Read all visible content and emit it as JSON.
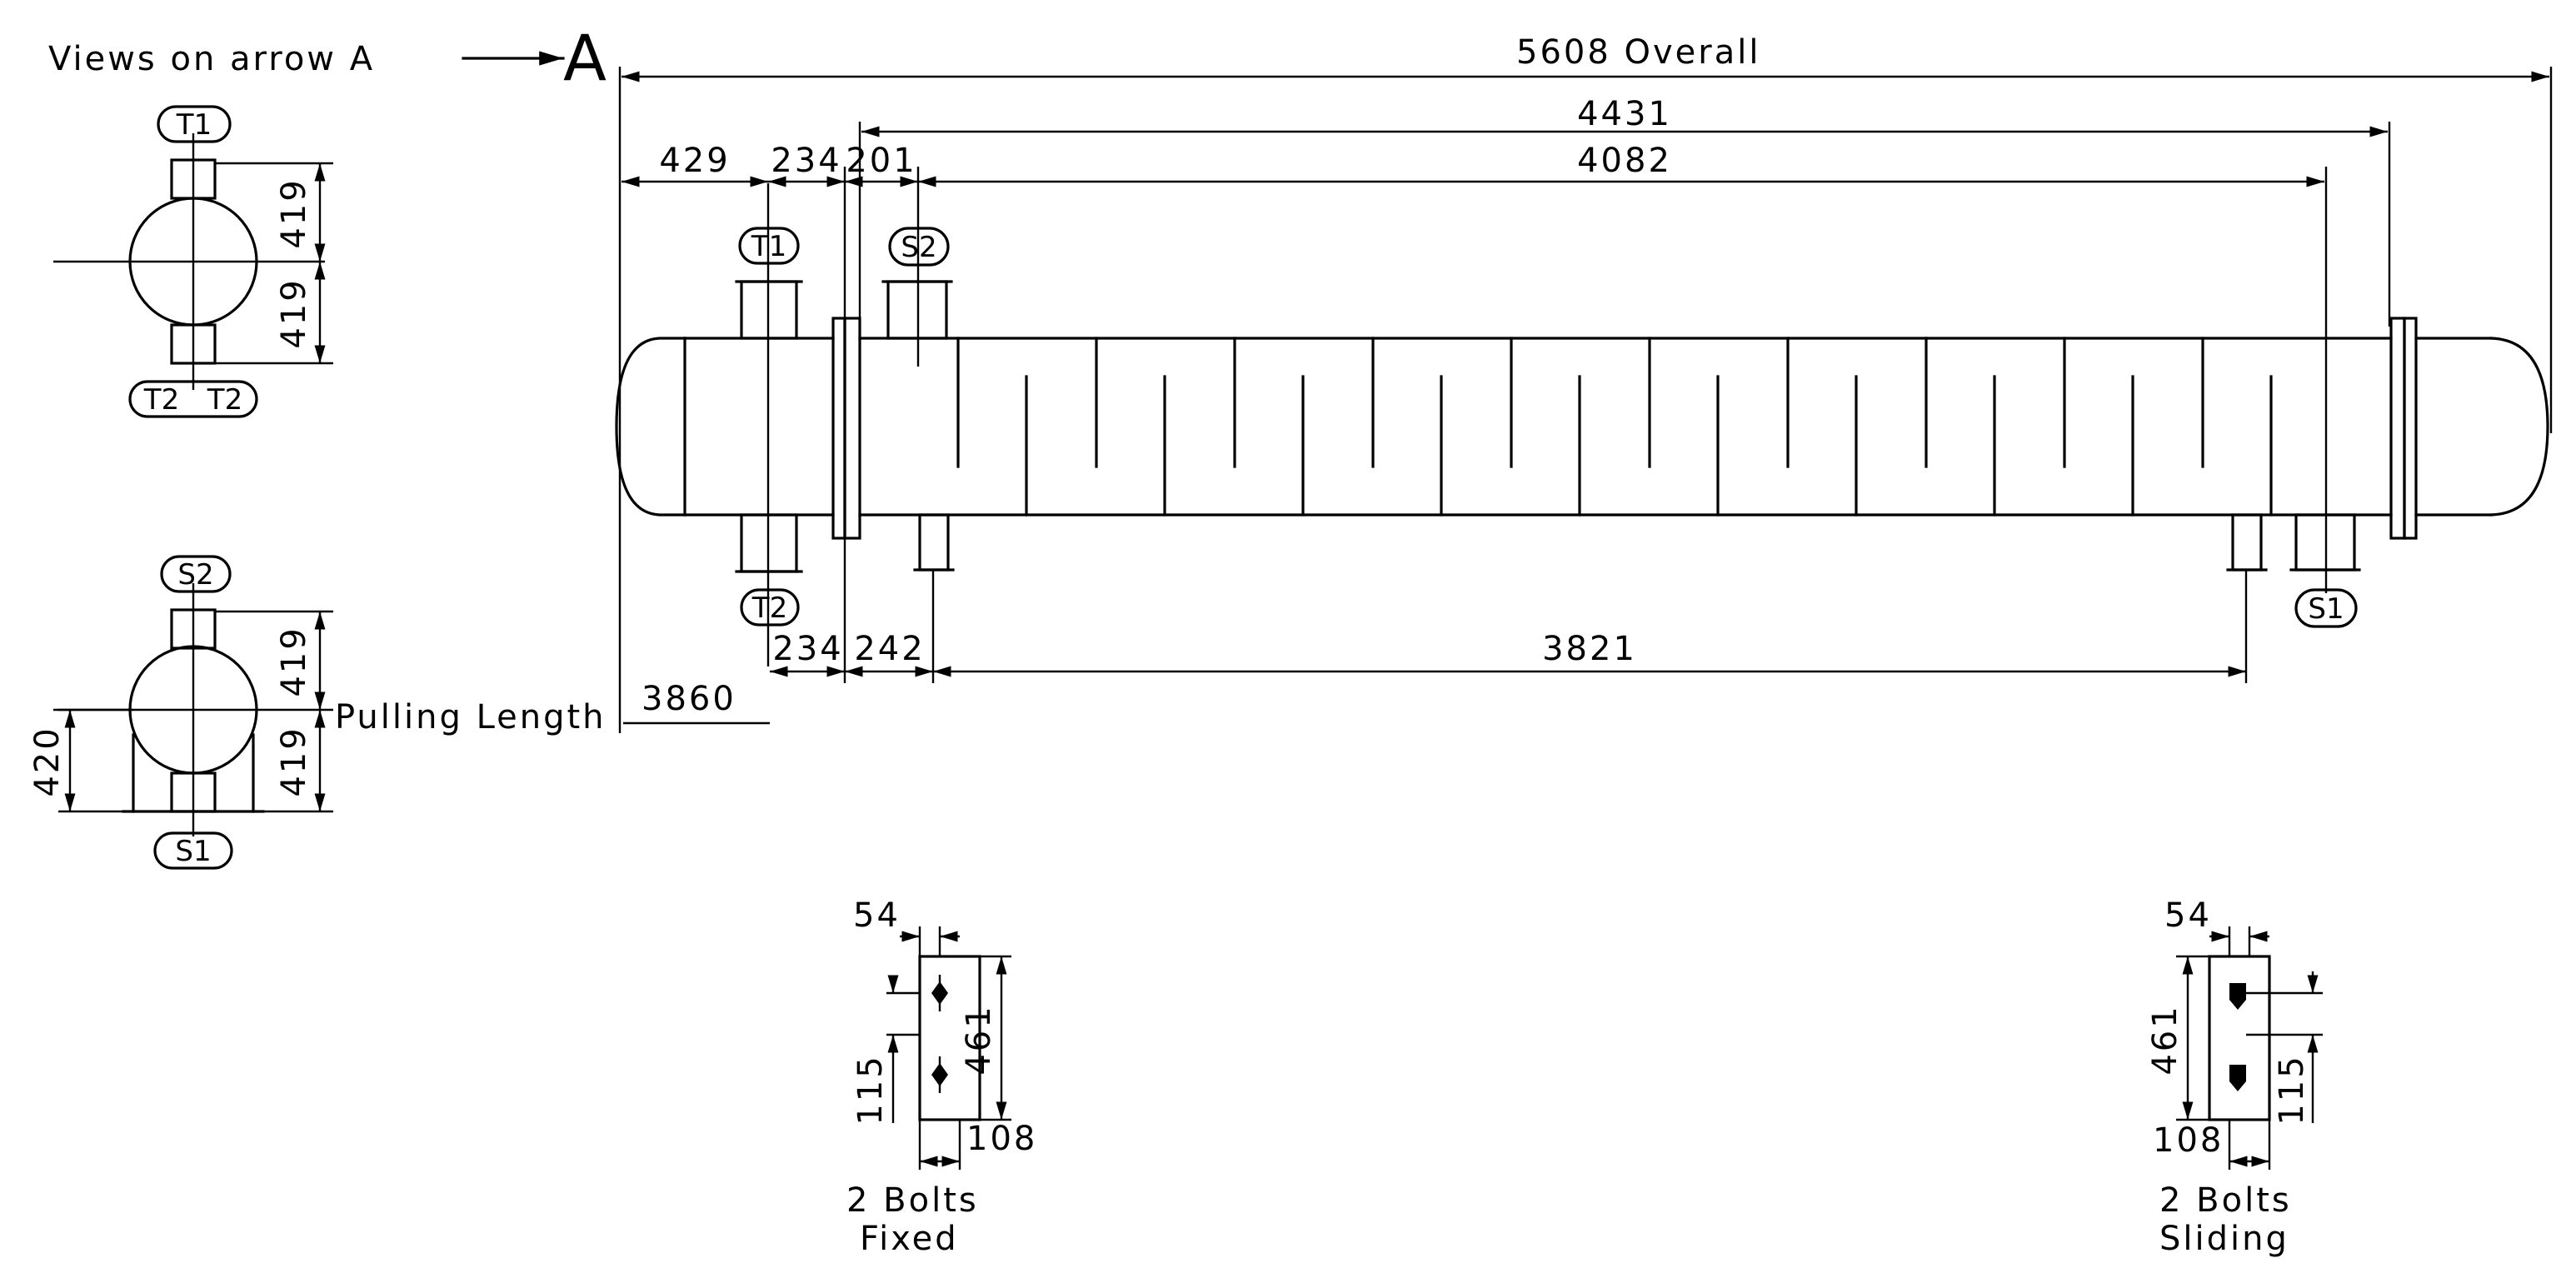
{
  "header": {
    "views_label": "Views on arrow A",
    "arrow_letter": "A"
  },
  "dimensions": {
    "overall": "5608  Overall",
    "top_4431": "4431",
    "top_4082": "4082",
    "seg_429": "429",
    "seg_234_top": "234",
    "seg_201": "201",
    "seg_234_bottom": "234",
    "seg_242": "242",
    "seg_3821": "3821",
    "pulling_length_label": "Pulling Length",
    "pulling_length_value": "3860",
    "end_view_t_upper": "419",
    "end_view_t_lower": "419",
    "end_view_s_upper": "419",
    "end_view_s_lower": "419",
    "end_view_s_support": "420"
  },
  "nozzles": {
    "t1_side": "T1",
    "t1_end": "T1",
    "t2_side": "T2",
    "t2_end_left": "T2",
    "t2_end_right": "T2",
    "s1_side": "S1",
    "s1_end": "S1",
    "s2_side": "S2",
    "s2_end": "S2"
  },
  "supports": {
    "fixed": {
      "dim_54": "54",
      "dim_115": "115",
      "dim_461": "461",
      "dim_108": "108",
      "bolts": "2   Bolts",
      "type": "Fixed"
    },
    "sliding": {
      "dim_54": "54",
      "dim_115": "115",
      "dim_461": "461",
      "dim_108": "108",
      "bolts": "2   Bolts",
      "type": "Sliding"
    }
  }
}
